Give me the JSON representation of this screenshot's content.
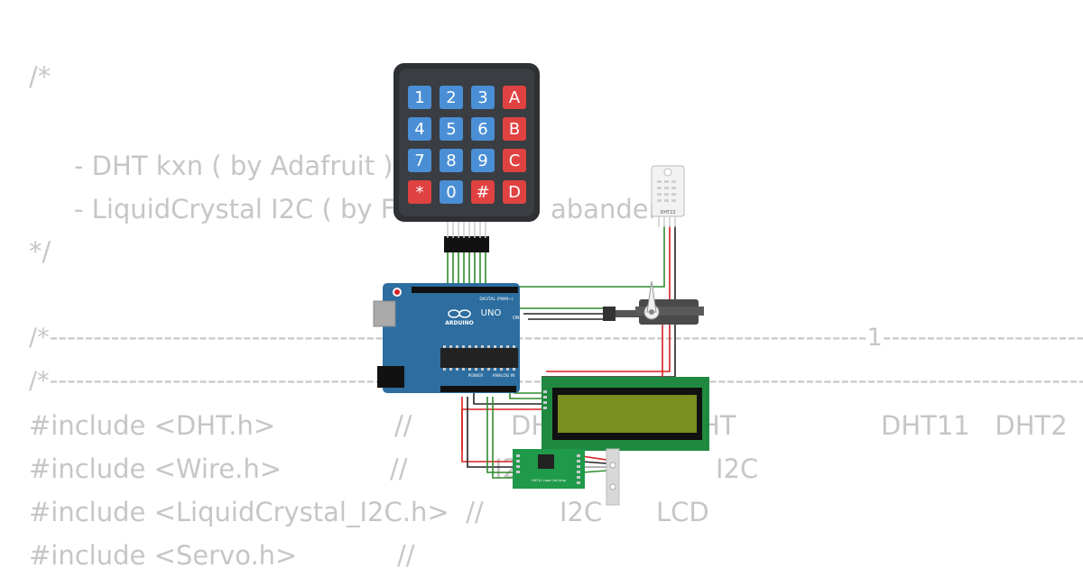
{
  "code": {
    "comment_open": "/*",
    "lib_dht": "- DHT kxn ( by Adafruit )",
    "lib_lcd_prefix": "- LiquidCrystal I2C ( by F",
    "lib_lcd_suffix": "abander",
    "comment_close": "*/",
    "divider_1": "/*---------------------------------------------------------------------------------------------1---------------------------------------",
    "divider_2": "/*---------------------------------------------------------------------------------------------------------------------------------------",
    "include_dht": "#include <DHT.h>",
    "include_dht_comment": "//",
    "include_dht_frag_1": "DH",
    "include_dht_frag_2": "HT",
    "include_dht_frag_3": "DHT11   DHT2",
    "include_wire": "#include <Wire.h>",
    "include_wire_comment": "//",
    "include_wire_frag_1": "I2",
    "include_wire_frag_2": "I2C",
    "include_lcd": "#include <LiquidCrystal_I2C.h>  //",
    "include_lcd_frag_1": "I2C",
    "include_lcd_frag_2": "LCD",
    "include_servo": "#include <Servo.h>",
    "include_servo_comment": "//"
  },
  "keypad": {
    "keys": [
      "1",
      "2",
      "3",
      "A",
      "4",
      "5",
      "6",
      "B",
      "7",
      "8",
      "9",
      "C",
      "*",
      "0",
      "#",
      "D"
    ]
  },
  "arduino": {
    "brand": "ARDUINO",
    "model": "UNO",
    "digital_label": "DIGITAL (PWM~)",
    "power_label": "POWER",
    "analog_label": "ANALOG IN",
    "on_label": "ON"
  },
  "dht": {
    "label": "DHT22"
  },
  "hx711": {
    "label": "HX711 Load Cell Amp"
  },
  "colors": {
    "board_blue": "#2d6d9f",
    "keypad_body": "#2e3033",
    "key_blue": "#4a8fd6",
    "key_red": "#e04242",
    "lcd_pcb": "#1f8a3f",
    "lcd_screen": "#7a8f1e",
    "wire_green": "#2e8b2e",
    "wire_red": "#d62020",
    "wire_black": "#222222",
    "code_text": "#c6c6c6"
  }
}
